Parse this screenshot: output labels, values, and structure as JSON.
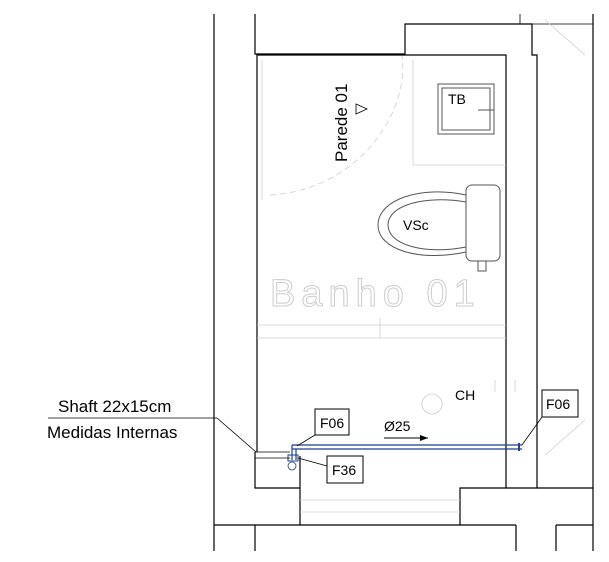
{
  "labels": {
    "parede": "Parede 01",
    "tb": "TB",
    "vsc": "VSc",
    "room": "Banho 01",
    "ch": "CH",
    "shaft_line1": "Shaft 22x15cm",
    "shaft_line2": "Medidas Internas",
    "pipe_diameter": "Ø25"
  },
  "tags": {
    "f06_left": "F06",
    "f06_right": "F06",
    "f36": "F36"
  },
  "colors": {
    "pipe": "#1f3f8f",
    "wall": "#000000",
    "faint": "#cfcfcf"
  }
}
